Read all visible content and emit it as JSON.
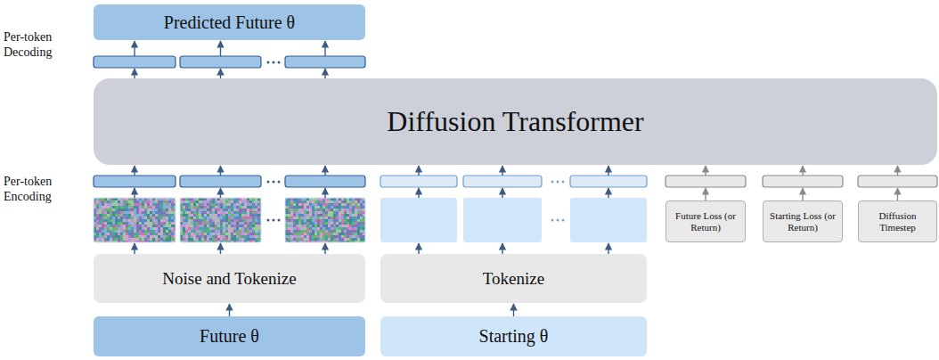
{
  "diagram": {
    "nodes": [
      {
        "text": [
          "Predicted Future θ"
        ]
      },
      {
        "text": [
          "Diffusion Transformer"
        ]
      },
      {
        "text": [
          "Future Loss (or Return)"
        ]
      },
      {
        "text": [
          "Starting Loss (or Return)"
        ]
      },
      {
        "text": [
          "Diffusion Timestep"
        ]
      },
      {
        "text": [
          "Noise and Tokenize"
        ]
      },
      {
        "text": [
          "Tokenize"
        ]
      },
      {
        "text": [
          "Future θ"
        ]
      },
      {
        "text": [
          "Starting θ"
        ]
      }
    ],
    "edges": [
      {
        "from": 7,
        "to": 5,
        "arrow": "to"
      },
      {
        "from": 8,
        "to": 6,
        "arrow": "to"
      }
    ],
    "labels": [
      "Per-token Decoding",
      "Per-token Encoding"
    ]
  }
}
